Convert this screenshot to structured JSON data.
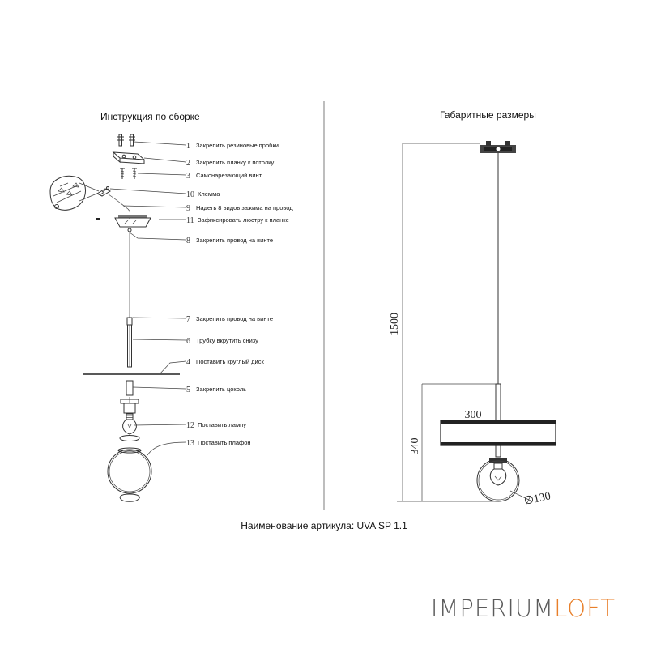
{
  "titles": {
    "assembly": "Инструкция по сборке",
    "dimensions": "Габаритные размеры"
  },
  "steps": [
    {
      "num": "1",
      "label": "Закрепить резиновые пробки"
    },
    {
      "num": "2",
      "label": "Закрепить планку к потолку"
    },
    {
      "num": "3",
      "label": "Самонарезающий винт"
    },
    {
      "num": "10",
      "label": "Клемма"
    },
    {
      "num": "9",
      "label": "Надеть 8 видов зажима на провод"
    },
    {
      "num": "11",
      "label": "Зафиксировать люстру к планке"
    },
    {
      "num": "8",
      "label": "Закрепить провод на винте"
    },
    {
      "num": "7",
      "label": "Закрепить провод на винте"
    },
    {
      "num": "6",
      "label": "Трубку вкрутить снизу"
    },
    {
      "num": "4",
      "label": "Поставить круглый диск"
    },
    {
      "num": "5",
      "label": "Закрепить цоколь"
    },
    {
      "num": "12",
      "label": "Поставить лампу"
    },
    {
      "num": "13",
      "label": "Поставить плафон"
    }
  ],
  "dimensions": {
    "height": "1500",
    "lower_height": "340",
    "disc_width": "300",
    "globe_diameter": "∅130"
  },
  "article": "Наименование артикула: UVA SP 1.1",
  "logo": {
    "part1": "IMPERIUM",
    "part2": "LOFT"
  }
}
